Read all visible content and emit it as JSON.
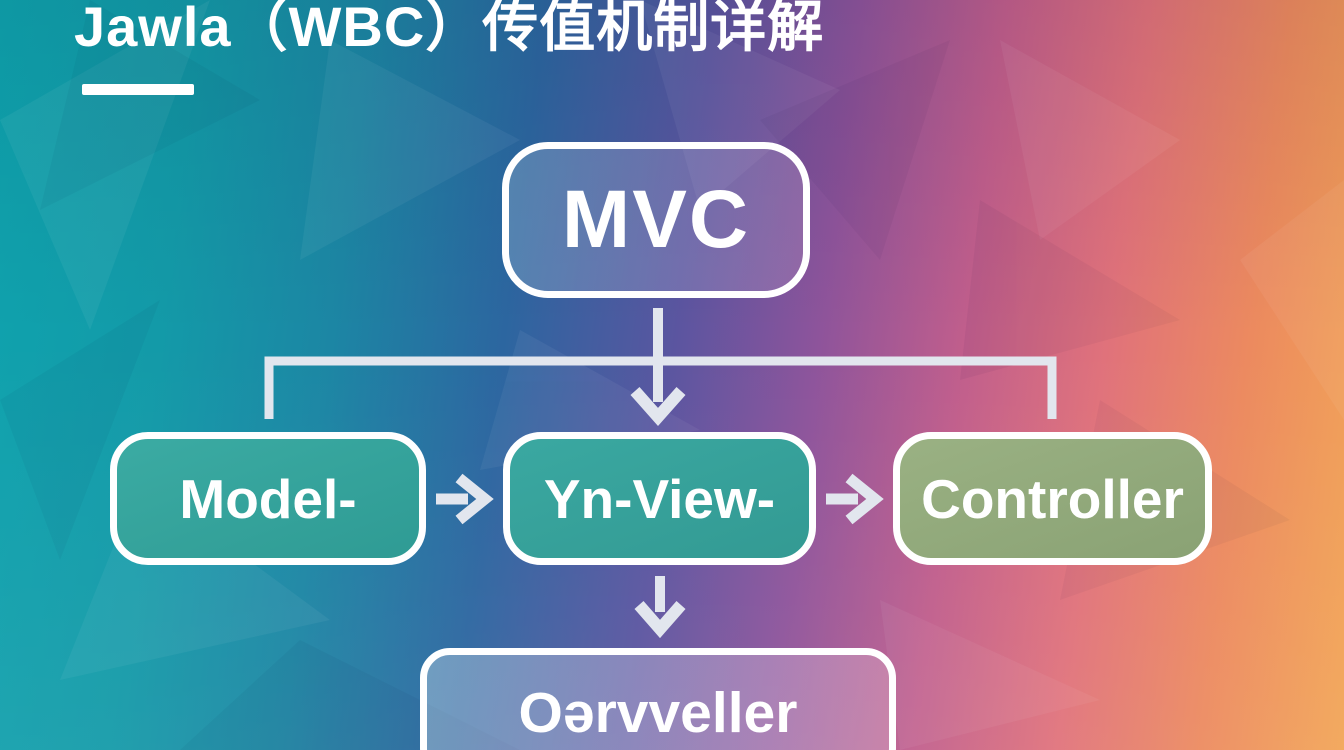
{
  "title": {
    "text": "Jawla（WBC）传值机制详解"
  },
  "diagram": {
    "type": "flowchart",
    "nodes": {
      "mvc": {
        "label": "MVC"
      },
      "model": {
        "label": "Model-"
      },
      "view": {
        "label": "Yn-View-"
      },
      "controller": {
        "label": "Controller"
      },
      "observer": {
        "label": "Oərvveller"
      }
    },
    "edges": [
      {
        "from": "mvc",
        "to": "model",
        "style": "line"
      },
      {
        "from": "mvc",
        "to": "view",
        "style": "arrow-down"
      },
      {
        "from": "mvc",
        "to": "controller",
        "style": "line"
      },
      {
        "from": "model",
        "to": "view",
        "style": "arrow-right"
      },
      {
        "from": "view",
        "to": "controller",
        "style": "arrow-right"
      },
      {
        "from": "view",
        "to": "observer",
        "style": "arrow-down"
      }
    ],
    "icons": {
      "right_arrow_glyph": "→",
      "down_arrow_glyph": "↓"
    }
  },
  "colors": {
    "teal_node": "#35A49D",
    "green_node": "#93A87D",
    "glass_node_overlay": "rgba(255,255,255,0.16)",
    "connector": "#E2E6EE",
    "text": "#FFFFFF",
    "bg_left_teal": "#12A2AC",
    "bg_center_purple": "#6F58A0",
    "bg_right_orange": "#F09C4E",
    "bg_top_right_pink": "#D06A8A"
  }
}
